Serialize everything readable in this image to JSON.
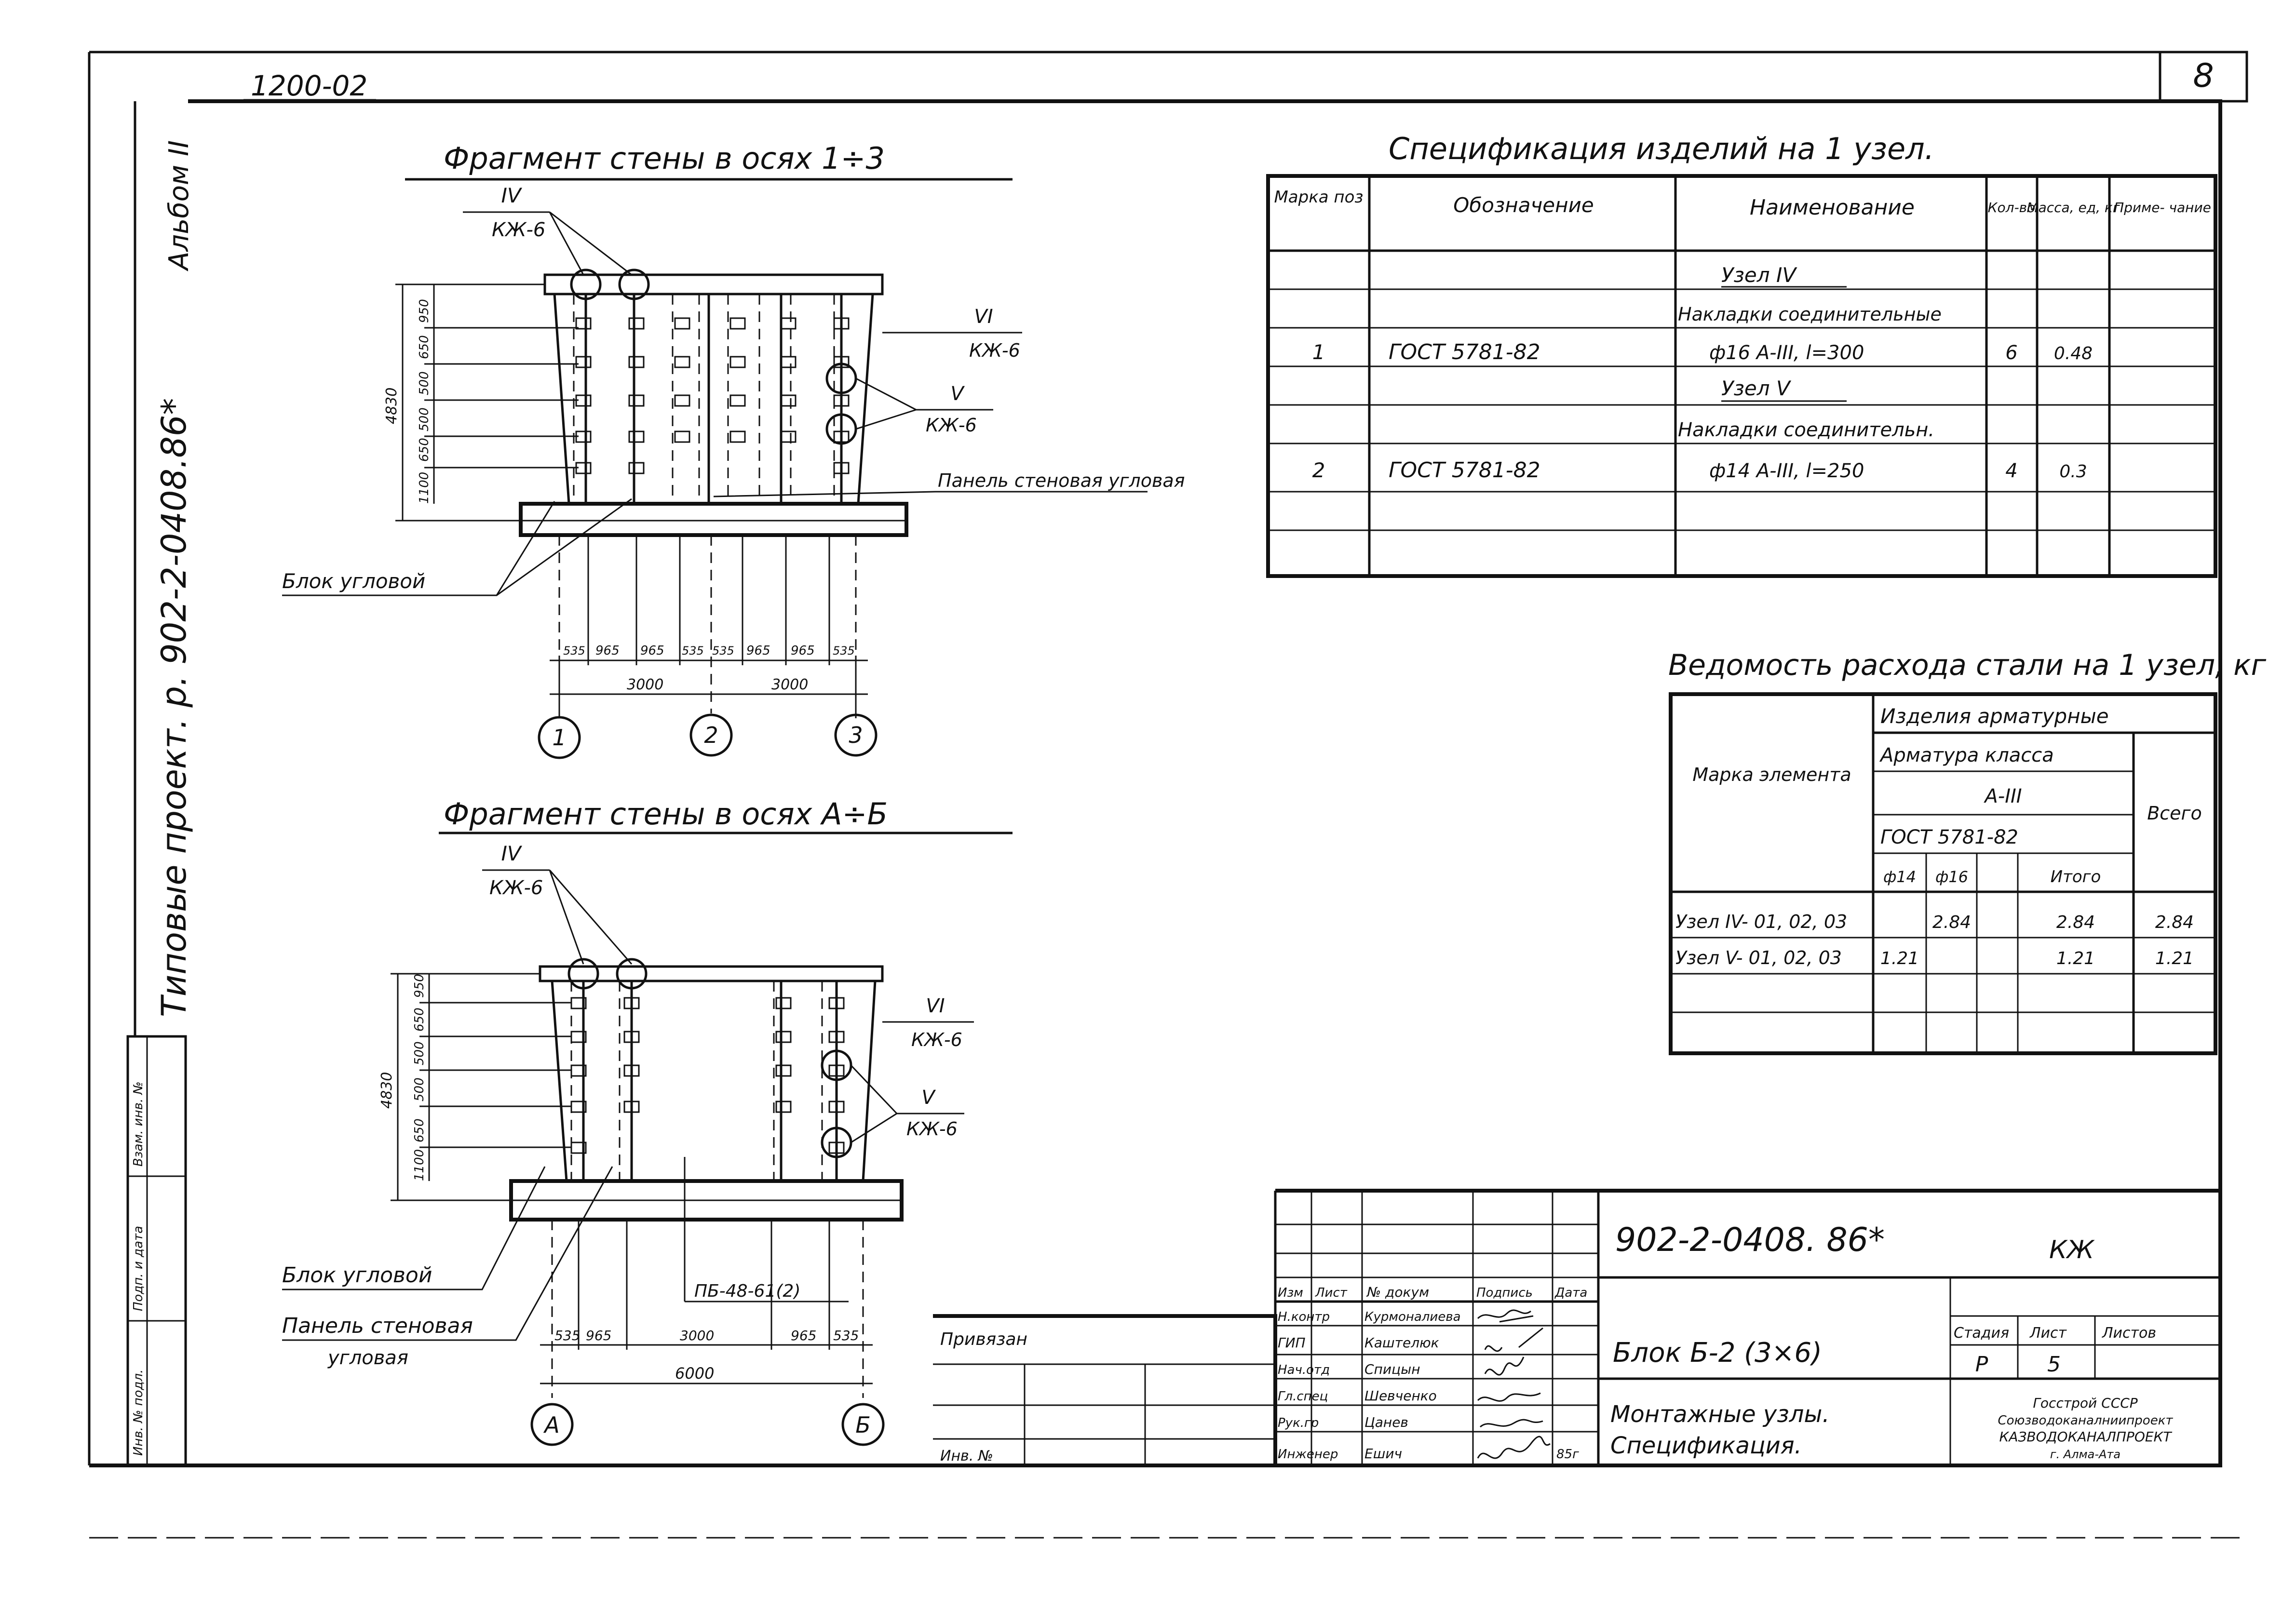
{
  "sheet_number": "8",
  "top_code": "1200-02",
  "side": {
    "album": "Альбом II",
    "project": "Типовые проект. р. 902-2-0408.86*",
    "stamp_cells": [
      "Инв. № подл.",
      "Подп. и дата",
      "Взам. инв. №"
    ]
  },
  "fragment1": {
    "title": "Фрагмент стены в осях 1÷3",
    "node_iv": "IV",
    "node_v": "V",
    "node_vi": "VI",
    "sheet_ref": "КЖ-6",
    "height_total": "4830",
    "heights": [
      "1100",
      "650",
      "500",
      "500",
      "650",
      "950"
    ],
    "panel_label": "Панель стеновая угловая",
    "block_label": "Блок угловой",
    "dims": [
      "535",
      "965",
      "965",
      "535",
      "535",
      "965",
      "965",
      "535"
    ],
    "spans": [
      "3000",
      "3000"
    ],
    "axes": [
      "1",
      "2",
      "3"
    ]
  },
  "fragment2": {
    "title": "Фрагмент стены в осях А÷Б",
    "node_iv": "IV",
    "node_v": "V",
    "node_vi": "VI",
    "sheet_ref": "КЖ-6",
    "height_total": "4830",
    "heights": [
      "1100",
      "650",
      "500",
      "500",
      "650",
      "950"
    ],
    "block_label": "Блок угловой",
    "panel_label_1": "Панель стеновая",
    "panel_label_2": "угловая",
    "opening_label": "ПБ-48-61(2)",
    "dims": [
      "535",
      "965",
      "3000",
      "965",
      "535"
    ],
    "span": "6000",
    "axes": [
      "А",
      "Б"
    ]
  },
  "spec": {
    "title": "Спецификация изделий на 1 узел.",
    "headers": [
      "Марка поз",
      "Обозначение",
      "Наименование",
      "Кол-во",
      "Масса, ед, кг",
      "Приме- чание"
    ],
    "rows": [
      [
        "",
        "",
        "Узел IV",
        "",
        "",
        ""
      ],
      [
        "",
        "",
        "Накладки соединительные",
        "",
        "",
        ""
      ],
      [
        "1",
        "ГОСТ 5781-82",
        "ф16 А-III, l=300",
        "6",
        "0.48",
        ""
      ],
      [
        "",
        "",
        "Узел V",
        "",
        "",
        ""
      ],
      [
        "",
        "",
        "Накладки соединительн.",
        "",
        "",
        ""
      ],
      [
        "2",
        "ГОСТ 5781-82",
        "ф14 А-III, l=250",
        "4",
        "0.3",
        ""
      ],
      [
        "",
        "",
        "",
        "",
        "",
        ""
      ],
      [
        "",
        "",
        "",
        "",
        "",
        ""
      ]
    ]
  },
  "steel": {
    "title": "Ведомость расхода стали на 1 узел, кг",
    "h_element": "Марка элемента",
    "h_products": "Изделия арматурные",
    "h_class": "Арматура класса",
    "h_grade": "А-III",
    "h_gost": "ГОСТ 5781-82",
    "h_total": "Всего",
    "h_cols": [
      "ф14",
      "ф16",
      "",
      "Итого"
    ],
    "rows": [
      [
        "Узел IV- 01, 02, 03",
        "",
        "2.84",
        "",
        "2.84",
        "2.84"
      ],
      [
        "Узел V- 01, 02, 03",
        "1.21",
        "",
        "",
        "1.21",
        "1.21"
      ],
      [
        "",
        "",
        "",
        "",
        "",
        ""
      ],
      [
        "",
        "",
        "",
        "",
        "",
        ""
      ]
    ]
  },
  "title_block": {
    "code": "902-2-0408. 86*",
    "mark": "КЖ",
    "headers": [
      "Изм",
      "Лист",
      "№ докум",
      "Подпись",
      "Дата"
    ],
    "staff": [
      [
        "Н.контр",
        "Курмоналиева"
      ],
      [
        "ГИП",
        "Каштелюк"
      ],
      [
        "Нач.отд",
        "Спицын"
      ],
      [
        "Гл.спец",
        "Шевченко"
      ],
      [
        "Рук.гр",
        "Цанев"
      ],
      [
        "Инженер",
        "Ешич"
      ]
    ],
    "date": "85г",
    "object": "Блок Б-2 (3×6)",
    "sheet_title_1": "Монтажные узлы.",
    "sheet_title_2": "Спецификация.",
    "stage_h": "Стадия",
    "sheet_h": "Лист",
    "sheets_h": "Листов",
    "stage": "Р",
    "sheet": "5",
    "org_1": "Госстрой СССР",
    "org_2": "Союзводоканалниипроект",
    "org_3": "КАЗВОДОКАНАЛПРОЕКТ",
    "org_4": "г. Алма-Ата",
    "bind_label": "Привязан",
    "inv_label": "Инв. №"
  }
}
